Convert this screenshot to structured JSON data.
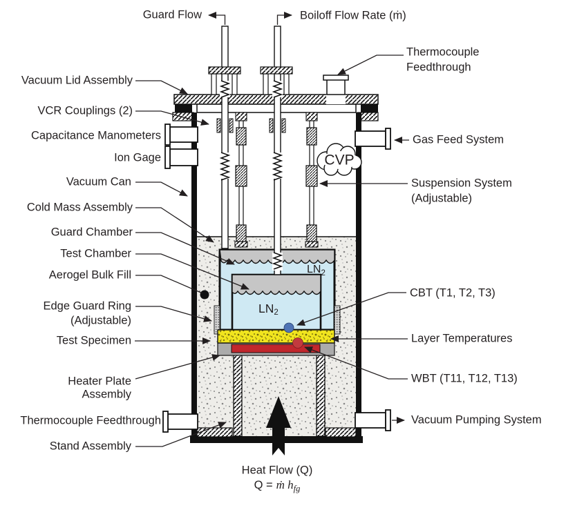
{
  "labels": {
    "guard_flow": "Guard Flow",
    "boiloff_flow_rate": "Boiloff Flow Rate (ṁ)",
    "thermocouple_feedthrough_top": [
      "Thermocouple",
      "Feedthrough"
    ],
    "vacuum_lid_assembly": "Vacuum Lid Assembly",
    "vcr_couplings": "VCR Couplings (2)",
    "capacitance_manometers": "Capacitance Manometers",
    "ion_gage": "Ion Gage",
    "vacuum_can": "Vacuum Can",
    "cold_mass_assembly": "Cold Mass Assembly",
    "guard_chamber": "Guard Chamber",
    "test_chamber": "Test Chamber",
    "aerogel_bulk_fill": "Aerogel Bulk Fill",
    "edge_guard_ring": [
      "Edge Guard Ring",
      "(Adjustable)"
    ],
    "test_specimen": "Test Specimen",
    "heater_plate_assembly": [
      "Heater Plate",
      "Assembly"
    ],
    "thermocouple_feedthrough_bottom": "Thermocouple Feedthrough",
    "stand_assembly": "Stand Assembly",
    "gas_feed_system": "Gas Feed System",
    "cvp": "CVP",
    "suspension_system": [
      "Suspension System",
      "(Adjustable)"
    ],
    "cbt": "CBT (T1, T2, T3)",
    "layer_temperatures": "Layer Temperatures",
    "wbt": "WBT (T11, T12, T13)",
    "vacuum_pumping_system": "Vacuum Pumping System",
    "heat_flow": "Heat Flow (Q)",
    "formula": {
      "q": "Q =",
      "mdot_h": "ṁ h",
      "sub": "fg"
    },
    "ln2": {
      "base": "LN",
      "sub": "2"
    }
  },
  "colors": {
    "cbt_blue": "#3f66a8",
    "wbt_red": "#b13438",
    "ln2_fill": "#cfe9f3",
    "lid_gray": "#c6c6c6",
    "heater_plate_gray": "#ababab",
    "specimen_yellow": "#f1e51e",
    "heater_red": "#c1272d",
    "cbt_dot": "#4f74b5",
    "wbt_dot": "#c23a3e"
  }
}
